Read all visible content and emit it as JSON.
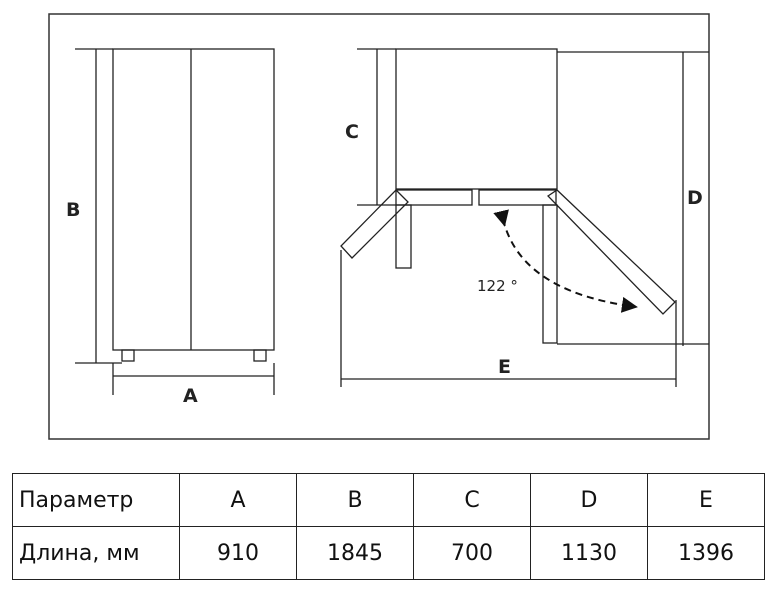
{
  "diagram": {
    "labels": {
      "a": "A",
      "b": "B",
      "c": "C",
      "d": "D",
      "e": "E"
    },
    "angle": "122 °"
  },
  "table": {
    "header": [
      "Параметр",
      "A",
      "B",
      "C",
      "D",
      "E"
    ],
    "rows": [
      [
        "Длина, мм",
        "910",
        "1845",
        "700",
        "1130",
        "1396"
      ]
    ]
  }
}
